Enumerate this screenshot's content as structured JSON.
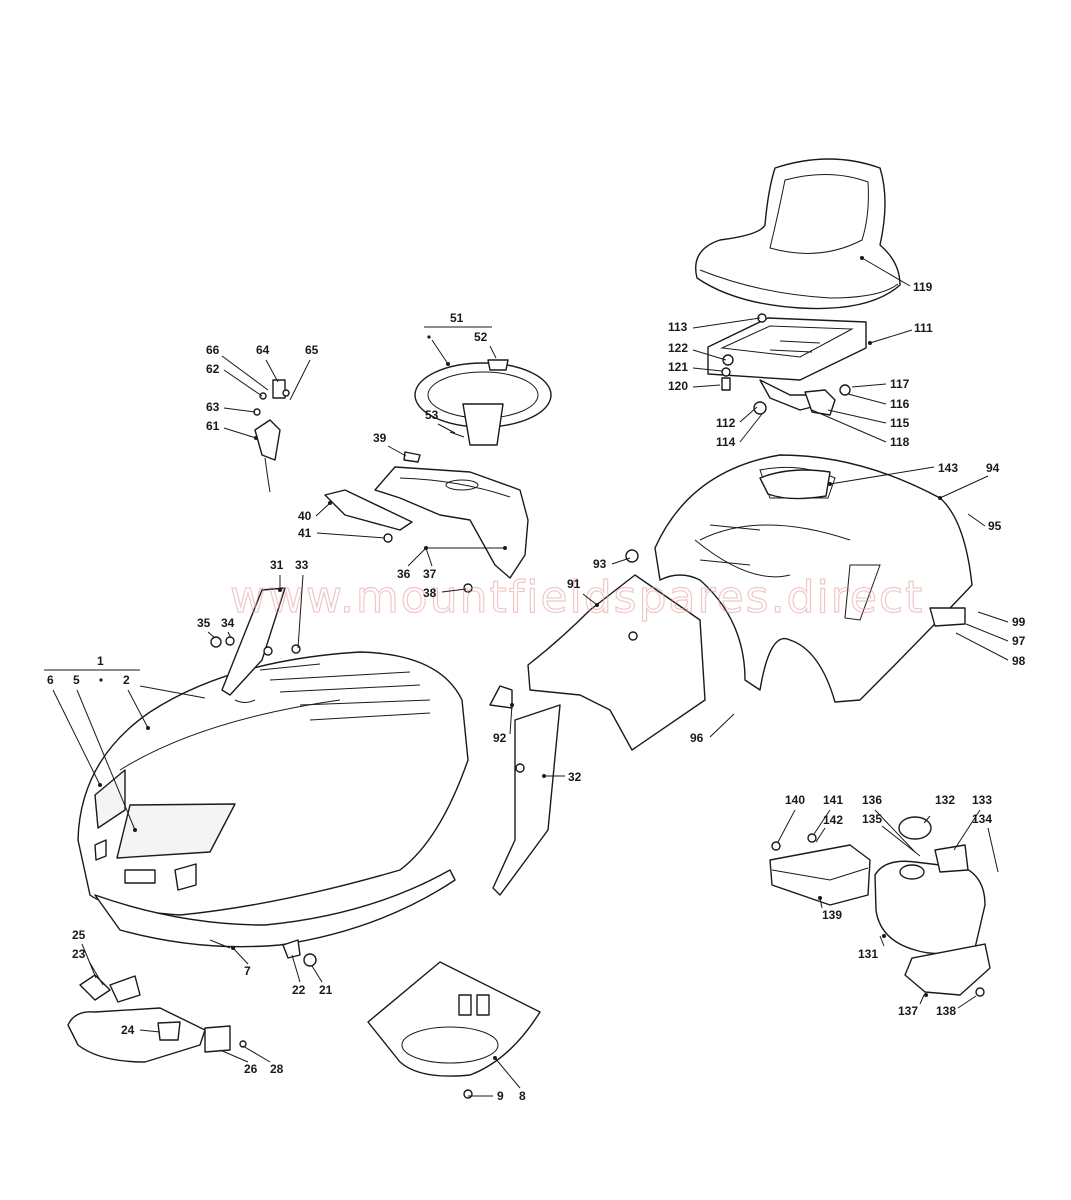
{
  "watermark": {
    "text": "www.mountfieldspares.direct",
    "color": "#e59a9a"
  },
  "callouts": {
    "c1": "1",
    "c2": "2",
    "c5": "5",
    "c6": "6",
    "c7": "7",
    "c8": "8",
    "c9": "9",
    "c21": "21",
    "c22": "22",
    "c23": "23",
    "c24": "24",
    "c25": "25",
    "c26": "26",
    "c28": "28",
    "c31": "31",
    "c32": "32",
    "c33": "33",
    "c34": "34",
    "c35": "35",
    "c36": "36",
    "c37": "37",
    "c38": "38",
    "c39": "39",
    "c40": "40",
    "c41": "41",
    "c51": "51",
    "c52": "52",
    "c53": "53",
    "c61": "61",
    "c62": "62",
    "c63": "63",
    "c64": "64",
    "c65": "65",
    "c66": "66",
    "c91": "91",
    "c92": "92",
    "c93": "93",
    "c94": "94",
    "c95": "95",
    "c96": "96",
    "c97": "97",
    "c98": "98",
    "c99": "99",
    "c111": "111",
    "c112": "112",
    "c113": "113",
    "c114": "114",
    "c115": "115",
    "c116": "116",
    "c117": "117",
    "c118": "118",
    "c119": "119",
    "c120": "120",
    "c121": "121",
    "c122": "122",
    "c131": "131",
    "c132": "132",
    "c133": "133",
    "c134": "134",
    "c135": "135",
    "c136": "136",
    "c137": "137",
    "c138": "138",
    "c139": "139",
    "c140": "140",
    "c141": "141",
    "c142": "142",
    "c143": "143"
  }
}
